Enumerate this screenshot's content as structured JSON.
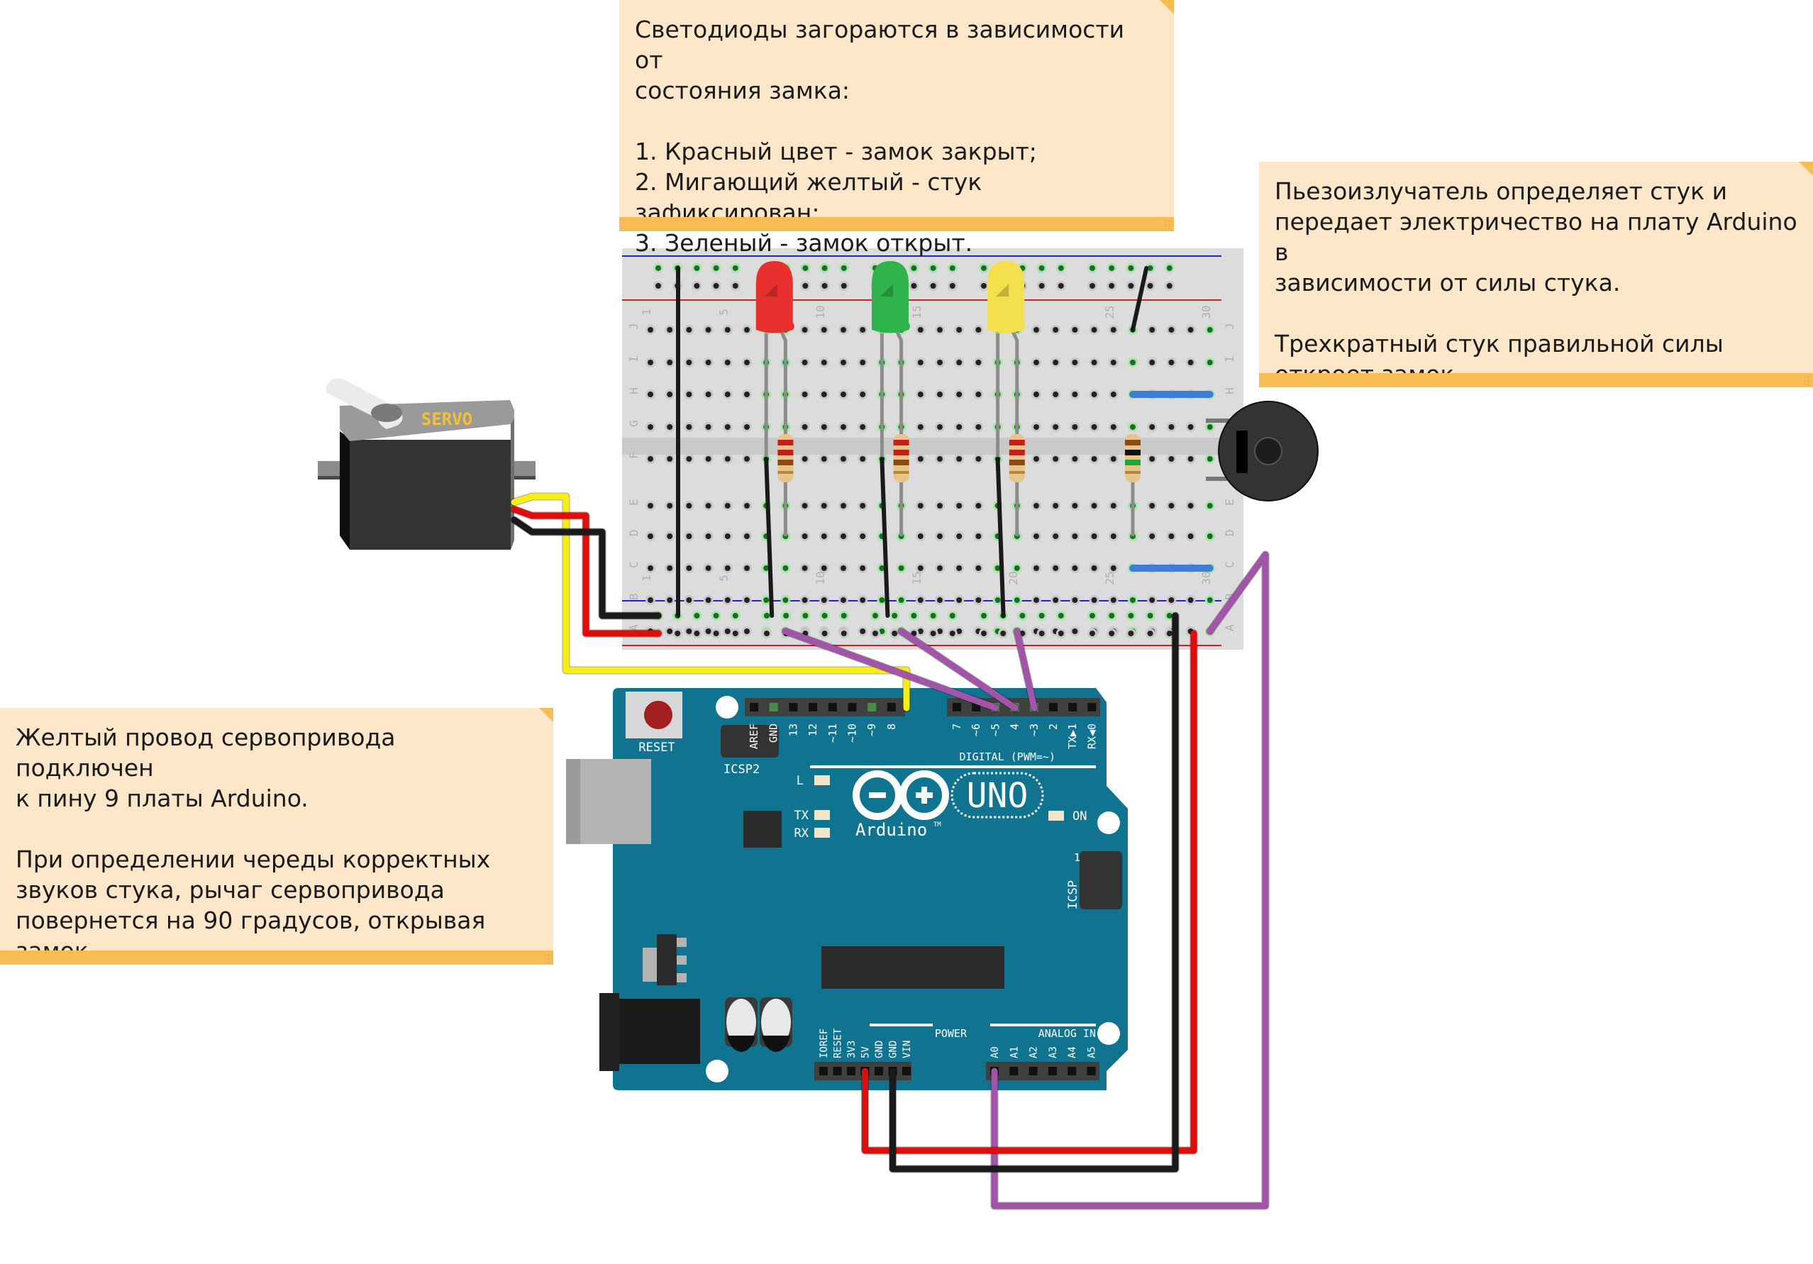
{
  "notes": {
    "top": {
      "text": "Светодиоды загораются в зависимости от\nсостояния замка:\n\n1. Красный цвет - замок закрыт;\n2. Мигающий желтый - стук зафиксирован;\n3. Зеленый - замок открыт."
    },
    "right": {
      "text": "Пьезоизлучатель определяет стук и\nпередает электричество на плату Arduino в\nзависимости от силы стука.\n\nТрехкратный стук правильной силы\nоткроет замок."
    },
    "left": {
      "text": "Желтый провод сервопривода подключен\nк пину 9 платы Arduino.\n\nПри определении череды корректных\nзвуков стука, рычаг сервопривода\nповернется на 90 градусов, открывая\nзамок."
    }
  },
  "servo": {
    "label": "SERVO"
  },
  "breadboard": {
    "row_letters_top": [
      "J",
      "I",
      "H",
      "G",
      "F"
    ],
    "row_letters_bottom": [
      "E",
      "D",
      "C",
      "B",
      "A"
    ],
    "column_numbers": [
      "1",
      "5",
      "10",
      "15",
      "20",
      "25",
      "30"
    ]
  },
  "leds": [
    {
      "name": "red",
      "color": "#e8312f"
    },
    {
      "name": "green",
      "color": "#2fb34a"
    },
    {
      "name": "yellow",
      "color": "#f4e04d"
    }
  ],
  "arduino": {
    "reset_label": "RESET",
    "icsp2_label": "ICSP2",
    "icsp_label": "ICSP",
    "icsp_pin1": "1",
    "digital_label": "DIGITAL (PWM=~)",
    "digital_pins": [
      "AREF",
      "GND",
      "13",
      "12",
      "~11",
      "~10",
      "~9",
      "8",
      "7",
      "~6",
      "~5",
      "4",
      "~3",
      "2",
      "TX▶1",
      "RX◀0"
    ],
    "led_l": "L",
    "led_tx": "TX",
    "led_rx": "RX",
    "led_on": "ON",
    "brand": "Arduino",
    "tm": "TM",
    "model": "UNO",
    "power_label": "POWER",
    "power_pins": [
      "IOREF",
      "RESET",
      "3V3",
      "5V",
      "GND",
      "GND",
      "VIN"
    ],
    "analog_label": "ANALOG IN",
    "analog_pins": [
      "A0",
      "A1",
      "A2",
      "A3",
      "A4",
      "A5"
    ],
    "board_color": "#10738f"
  },
  "wire_colors": {
    "yellow": "#f7ee16",
    "red": "#e00d0d",
    "black": "#1a1a1a",
    "purple": "#a255a8",
    "blue": "#3b7fd6"
  }
}
